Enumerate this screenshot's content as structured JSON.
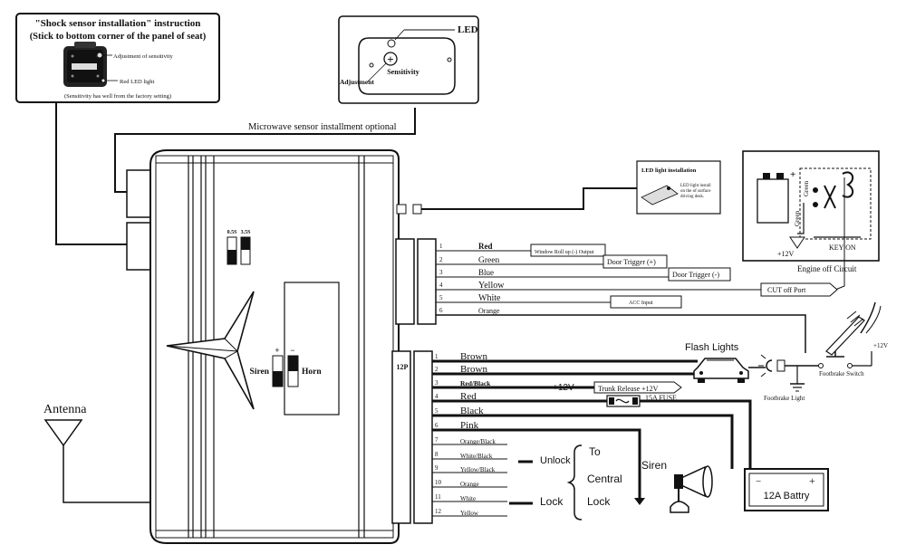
{
  "shock_sensor": {
    "title": "\"Shock sensor installation\" instruction",
    "subtitle": "(Stick to bottom corner of the panel of seat)",
    "adjust_label": "Adjustment of sensitivity",
    "led_label": "Red LED light",
    "note": "(Sensitivity has well from the factory setting)"
  },
  "sensitivity_box": {
    "led": "LED",
    "adjustment": "Adjustment",
    "sensitivity": "Sensitivity"
  },
  "microwave_label": "Microwave sensor installment optional",
  "led_install": {
    "title": "LED light installation",
    "note": "LED light install on the of surface driving desk."
  },
  "engine_off": {
    "title": "Engine off Circuit",
    "key_on": "KEY ON",
    "plus12": "+12V",
    "green1": "Green",
    "green2": "Green",
    "plus": "+"
  },
  "switch_labels": {
    "s1": "0.5S",
    "s2": "3.5S"
  },
  "siren_horn": {
    "siren": "Siren",
    "horn": "Horn",
    "plus": "+",
    "minus": "−"
  },
  "antenna": "Antenna",
  "connector_12p": "12P",
  "upper_wires": [
    {
      "num": "1",
      "color": "Red",
      "callout": "Window Roll up (-) Output"
    },
    {
      "num": "2",
      "color": "Green",
      "callout": "Door Trigger (+)"
    },
    {
      "num": "3",
      "color": "Blue",
      "callout": "Door Trigger (-)"
    },
    {
      "num": "4",
      "color": "Yellow",
      "callout": "CUT off Port"
    },
    {
      "num": "5",
      "color": "White",
      "callout": "ACC Input"
    },
    {
      "num": "6",
      "color": "Orange",
      "callout": ""
    }
  ],
  "lower_wires": [
    {
      "num": "1",
      "color": "Brown"
    },
    {
      "num": "2",
      "color": "Brown"
    },
    {
      "num": "3",
      "color": "Red/Black"
    },
    {
      "num": "4",
      "color": "Red"
    },
    {
      "num": "5",
      "color": "Black"
    },
    {
      "num": "6",
      "color": "Pink"
    },
    {
      "num": "7",
      "color": "Orange/Black"
    },
    {
      "num": "8",
      "color": "White/Black"
    },
    {
      "num": "9",
      "color": "Yellow/Black"
    },
    {
      "num": "10",
      "color": "Orange"
    },
    {
      "num": "11",
      "color": "White"
    },
    {
      "num": "12",
      "color": "Yellow"
    }
  ],
  "labels": {
    "flash_lights": "Flash Lights",
    "plus12v_trunk": "+12V",
    "trunk_release": "Trunk Release +12V",
    "fuse": "15A FUSE",
    "footbrake_switch": "Footbrake Switch",
    "footbrake_light": "Footbrake Light",
    "plus12v_brake": "+12V",
    "unlock": "Unlock",
    "lock": "Lock",
    "to": "To",
    "central": "Central",
    "lock_word": "Lock",
    "siren": "Siren",
    "battery": "12A Battry",
    "batt_minus": "−",
    "batt_plus": "+"
  }
}
